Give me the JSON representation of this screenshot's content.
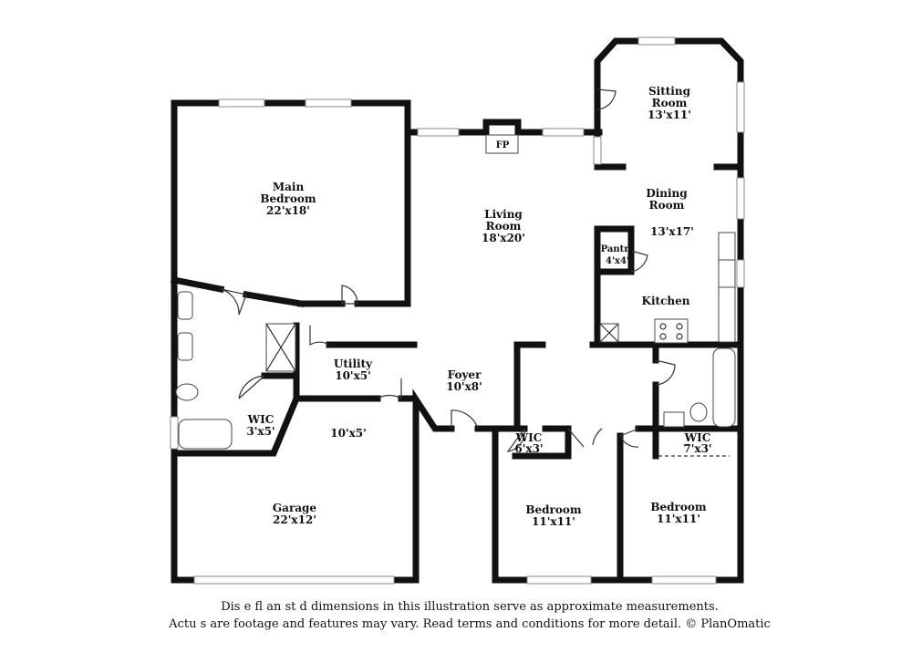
{
  "rooms": {
    "sitting": {
      "name_line1": "Sitting",
      "name_line2": "Room",
      "size": "13'x11'"
    },
    "main_bedroom": {
      "name_line1": "Main",
      "name_line2": "Bedroom",
      "size": "22'x18'"
    },
    "living": {
      "name_line1": "Living",
      "name_line2": "Room",
      "size": "18'x20'"
    },
    "fireplace": {
      "label": "FP"
    },
    "dining": {
      "name_line1": "Dining",
      "name_line2": "Room",
      "size": "13'x17'"
    },
    "pantry": {
      "name": "Pantry",
      "size": "4'x4'"
    },
    "kitchen": {
      "name": "Kitchen"
    },
    "utility": {
      "name": "Utility",
      "size": "10'x5'"
    },
    "foyer": {
      "name": "Foyer",
      "size": "10'x8'"
    },
    "wic_main": {
      "name": "WIC",
      "size": "3'x5'"
    },
    "garage_extra": {
      "size": "10'x5'"
    },
    "garage": {
      "name": "Garage",
      "size": "22'x12'"
    },
    "wic_bed2": {
      "name": "WIC",
      "size": "6'x3'"
    },
    "wic_bed3": {
      "name": "WIC",
      "size": "7'x3'"
    },
    "bedroom2": {
      "name": "Bedroom",
      "size": "11'x11'"
    },
    "bedroom3": {
      "name": "Bedroom",
      "size": "11'x11'"
    }
  },
  "disclaimer": {
    "line1": "Dis     e  fl    an    st   d dimensions in this illustration serve as approximate measurements.",
    "line2": "Actu  s   are footage and features may vary. Read terms and conditions for more detail. © PlanOmatic"
  }
}
